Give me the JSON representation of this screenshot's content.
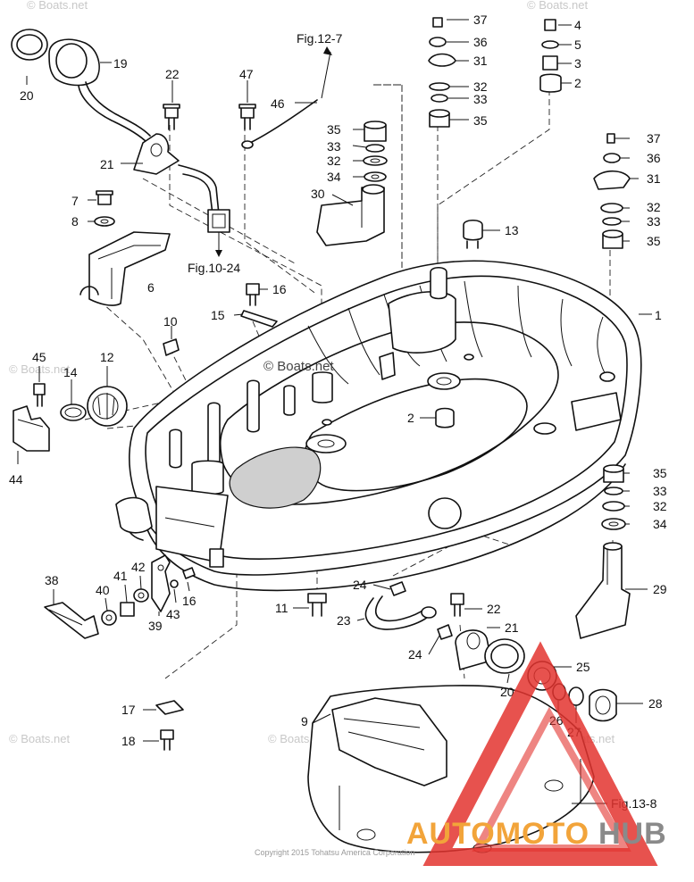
{
  "callouts": [
    {
      "id": "c20a",
      "text": "20"
    },
    {
      "id": "c19",
      "text": "19"
    },
    {
      "id": "c22a",
      "text": "22"
    },
    {
      "id": "c47",
      "text": "47"
    },
    {
      "id": "c46",
      "text": "46"
    },
    {
      "id": "c21a",
      "text": "21"
    },
    {
      "id": "c7",
      "text": "7"
    },
    {
      "id": "c8",
      "text": "8"
    },
    {
      "id": "c6",
      "text": "6"
    },
    {
      "id": "c37a",
      "text": "37"
    },
    {
      "id": "c36a",
      "text": "36"
    },
    {
      "id": "c31a",
      "text": "31"
    },
    {
      "id": "c32a",
      "text": "32"
    },
    {
      "id": "c33a",
      "text": "33"
    },
    {
      "id": "c35a",
      "text": "35"
    },
    {
      "id": "c4",
      "text": "4"
    },
    {
      "id": "c5",
      "text": "5"
    },
    {
      "id": "c3",
      "text": "3"
    },
    {
      "id": "c2a",
      "text": "2"
    },
    {
      "id": "c35b",
      "text": "35"
    },
    {
      "id": "c33b",
      "text": "33"
    },
    {
      "id": "c32b",
      "text": "32"
    },
    {
      "id": "c34a",
      "text": "34"
    },
    {
      "id": "c30",
      "text": "30"
    },
    {
      "id": "c13",
      "text": "13"
    },
    {
      "id": "c37b",
      "text": "37"
    },
    {
      "id": "c36b",
      "text": "36"
    },
    {
      "id": "c31b",
      "text": "31"
    },
    {
      "id": "c32c",
      "text": "32"
    },
    {
      "id": "c33c",
      "text": "33"
    },
    {
      "id": "c35c",
      "text": "35"
    },
    {
      "id": "c16a",
      "text": "16"
    },
    {
      "id": "c15",
      "text": "15"
    },
    {
      "id": "c1",
      "text": "1"
    },
    {
      "id": "c10",
      "text": "10"
    },
    {
      "id": "c45",
      "text": "45"
    },
    {
      "id": "c14",
      "text": "14"
    },
    {
      "id": "c12",
      "text": "12"
    },
    {
      "id": "c44",
      "text": "44"
    },
    {
      "id": "c2b",
      "text": "2"
    },
    {
      "id": "c35d",
      "text": "35"
    },
    {
      "id": "c33d",
      "text": "33"
    },
    {
      "id": "c32d",
      "text": "32"
    },
    {
      "id": "c34b",
      "text": "34"
    },
    {
      "id": "c29",
      "text": "29"
    },
    {
      "id": "c38",
      "text": "38"
    },
    {
      "id": "c40",
      "text": "40"
    },
    {
      "id": "c41",
      "text": "41"
    },
    {
      "id": "c42",
      "text": "42"
    },
    {
      "id": "c39",
      "text": "39"
    },
    {
      "id": "c43",
      "text": "43"
    },
    {
      "id": "c16b",
      "text": "16"
    },
    {
      "id": "c11",
      "text": "11"
    },
    {
      "id": "c24a",
      "text": "24"
    },
    {
      "id": "c22b",
      "text": "22"
    },
    {
      "id": "c23",
      "text": "23"
    },
    {
      "id": "c21b",
      "text": "21"
    },
    {
      "id": "c24b",
      "text": "24"
    },
    {
      "id": "c25",
      "text": "25"
    },
    {
      "id": "c20b",
      "text": "20"
    },
    {
      "id": "c28",
      "text": "28"
    },
    {
      "id": "c26",
      "text": "26"
    },
    {
      "id": "c27",
      "text": "27"
    },
    {
      "id": "c17",
      "text": "17"
    },
    {
      "id": "c18",
      "text": "18"
    },
    {
      "id": "c9",
      "text": "9"
    }
  ],
  "references": {
    "fig12_7": "Fig.12-7",
    "fig10_24": "Fig.10-24",
    "fig13_8": "Fig.13-8"
  },
  "watermarks": {
    "center": "© Boats.net",
    "faint": "© Boats.net"
  },
  "copyright": "Copyright 2015 Tohatsu America Corporation",
  "brand": {
    "part1": "AUTOMOTO",
    "part2": "HUB",
    "color_orange": "#f2a43a",
    "color_gray": "#8a8a8a",
    "color_red": "#e3342f"
  }
}
